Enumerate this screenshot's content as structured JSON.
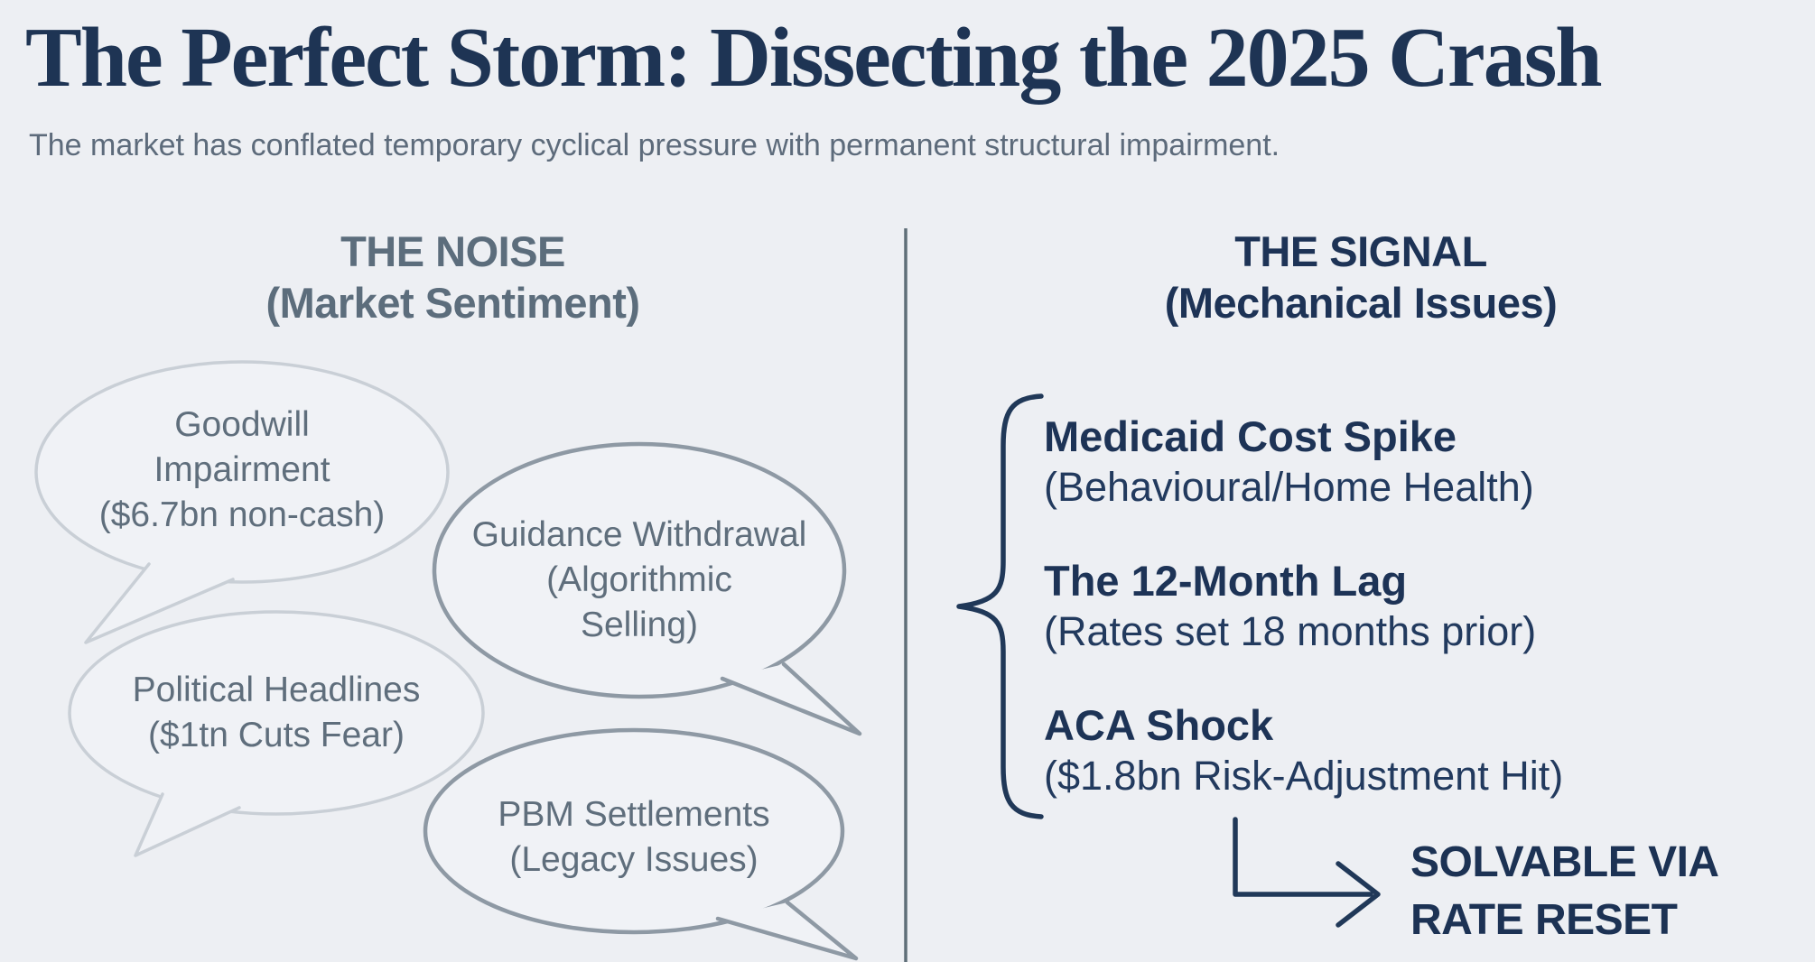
{
  "title": "The Perfect Storm: Dissecting the 2025 Crash",
  "subtitle": "The market has conflated temporary cyclical pressure with permanent structural impairment.",
  "columns": {
    "noise": {
      "heading": "THE NOISE",
      "subheading": "(Market Sentiment)",
      "bubbles": [
        {
          "text": "Goodwill\nImpairment\n($6.7bn non-cash)"
        },
        {
          "text": "Guidance Withdrawal\n(Algorithmic\nSelling)"
        },
        {
          "text": "Political Headlines\n($1tn Cuts Fear)"
        },
        {
          "text": "PBM Settlements\n(Legacy Issues)"
        }
      ]
    },
    "signal": {
      "heading": "THE SIGNAL",
      "subheading": "(Mechanical Issues)",
      "items": [
        {
          "title": "Medicaid Cost Spike",
          "detail": "(Behavioural/Home Health)"
        },
        {
          "title": "The 12-Month Lag",
          "detail": "(Rates set 18 months prior)"
        },
        {
          "title": "ACA Shock",
          "detail": "($1.8bn Risk-Adjustment Hit)"
        }
      ],
      "callout": "SOLVABLE VIA\nRATE RESET"
    }
  },
  "colors": {
    "background": "#edeff3",
    "navy_heading": "#1d3356",
    "navy_text": "#223a5e",
    "slate_text": "#5f6e7c",
    "bubble_border_light": "#c9cfd6",
    "bubble_border_dark": "#8e99a4",
    "bubble_fill": "#f0f2f6",
    "divider": "#5f6f78",
    "brace_and_arrow": "#203858"
  }
}
